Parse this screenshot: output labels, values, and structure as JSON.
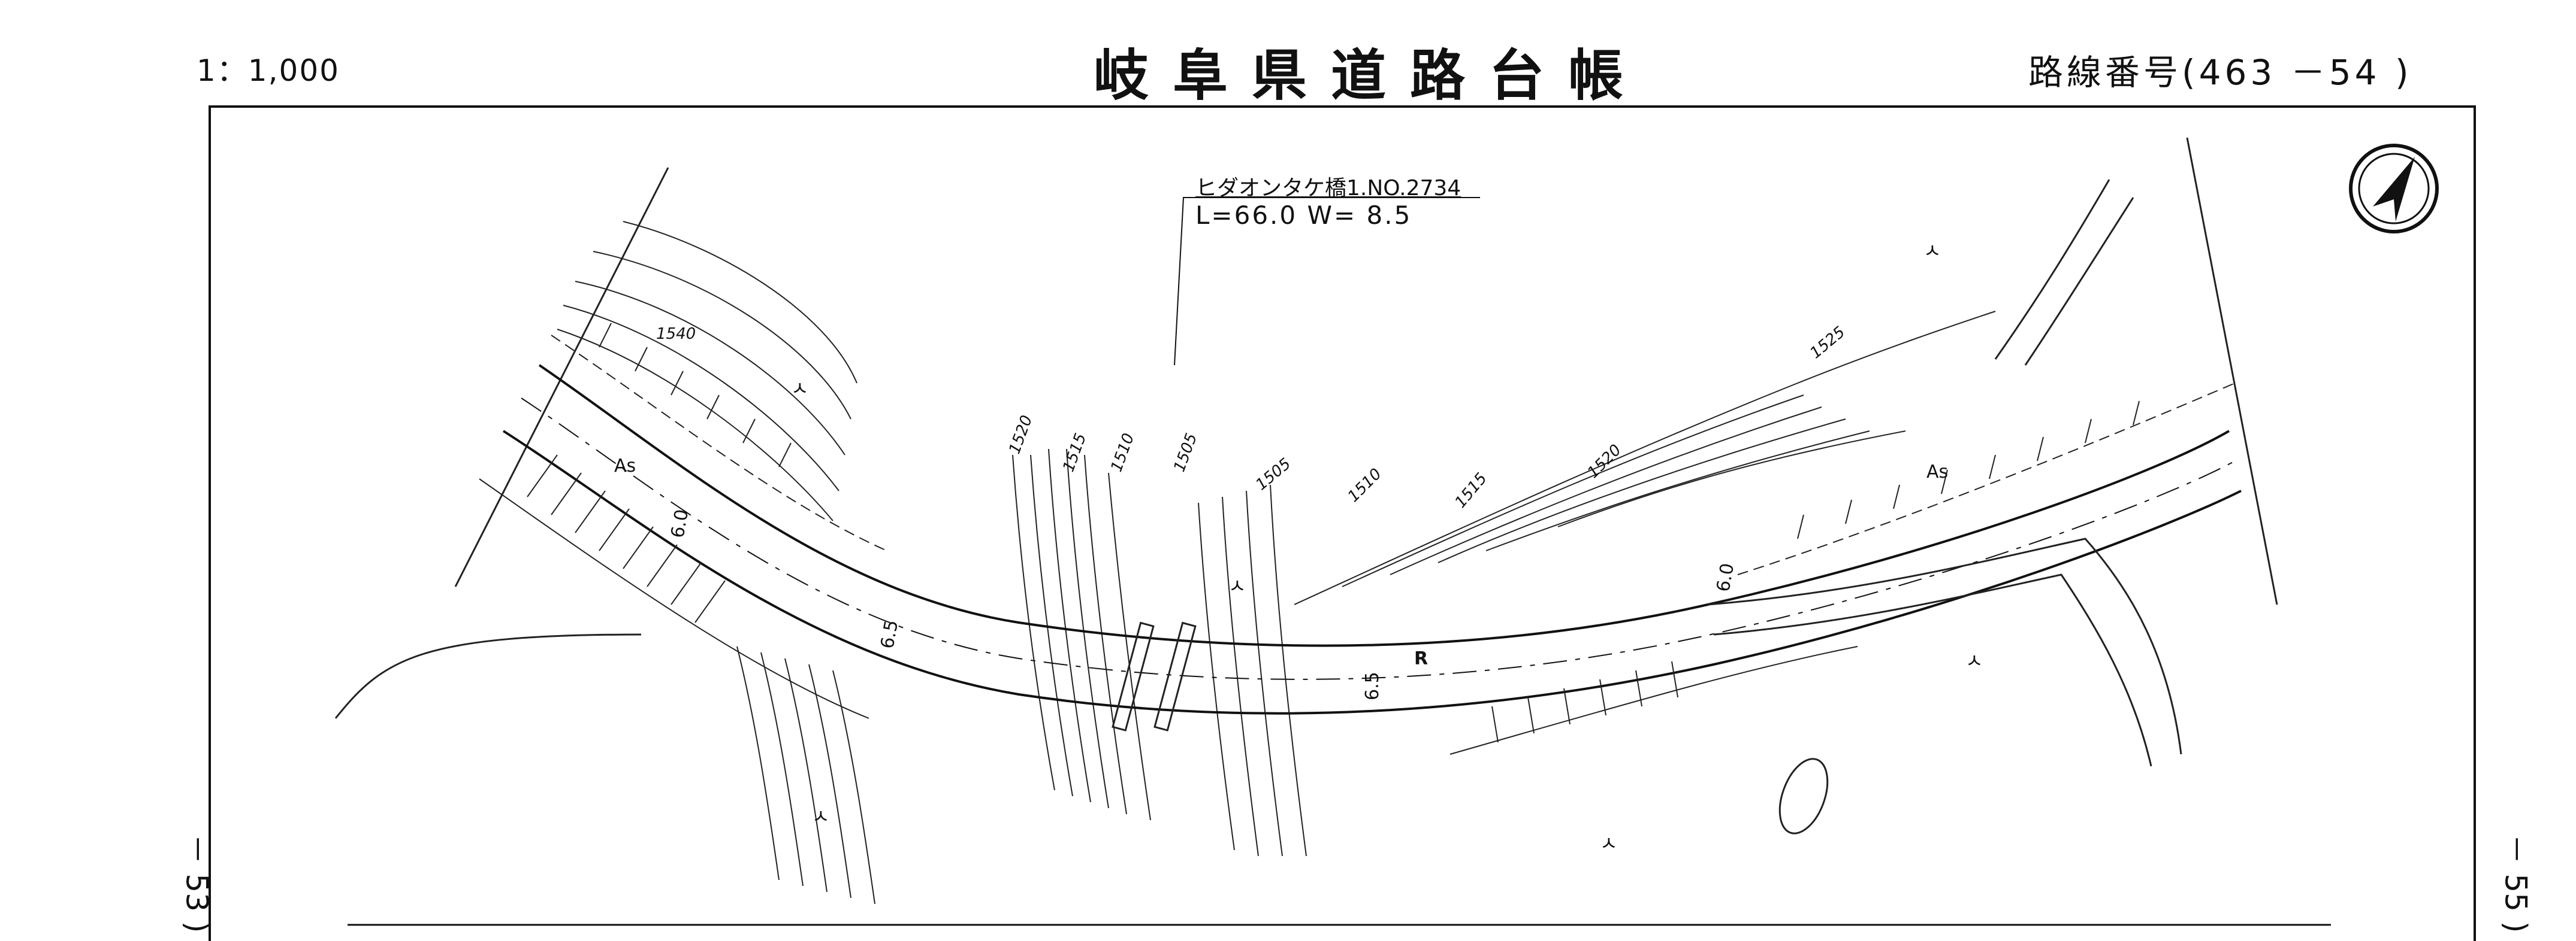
{
  "header": {
    "scale": "1：1,000",
    "title": "岐阜県道路台帳",
    "route_number": "路線番号(463 －54 )"
  },
  "adjacent_sheets": {
    "left": "－ 53 )",
    "right": "－ 55 )"
  },
  "bridge": {
    "name": "ヒダオンタケ橋1.NO.2734",
    "dimensions": "L=66.0 W= 8.5"
  },
  "contour_labels": [
    "1540",
    "1520",
    "1515",
    "1510",
    "1505",
    "1505",
    "1510",
    "1515",
    "1520",
    "1525"
  ],
  "road_labels": {
    "pavement_left": "As",
    "pavement_right": "As",
    "width_1": "6.0",
    "width_2": "6.5",
    "width_3": "6.5",
    "width_4": "6.0",
    "curve": "R"
  },
  "terrain_symbol": "ㅅ",
  "north_arrow_icon": "north-arrow-icon"
}
